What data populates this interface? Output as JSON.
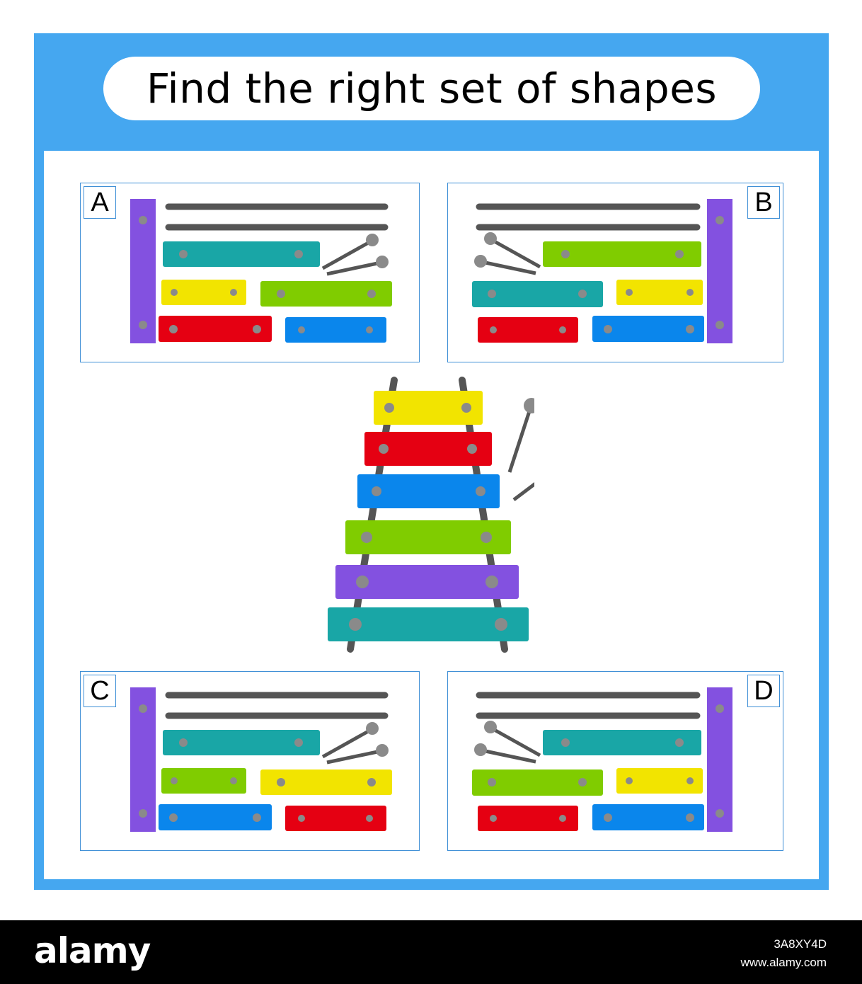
{
  "title": "Find the right set of shapes",
  "colors": {
    "frame": "#45a7f0",
    "option_border": "#3f8fd6",
    "teal": "#19a6a6",
    "yellow": "#f2e400",
    "green": "#80cc00",
    "red": "#e50012",
    "blue": "#0a86ec",
    "purple": "#8351e0",
    "peg": "#8a8a8a",
    "stick": "#555555"
  },
  "options": [
    {
      "label": "A",
      "side": "left"
    },
    {
      "label": "B",
      "side": "right"
    },
    {
      "label": "C",
      "side": "left"
    },
    {
      "label": "D",
      "side": "right"
    }
  ],
  "center_xylophone": {
    "bar_colors_top_to_bottom": [
      "yellow",
      "red",
      "blue",
      "green",
      "purple",
      "teal"
    ]
  },
  "footer": {
    "brand": "alamy",
    "image_id": "3A8XY4D",
    "url": "www.alamy.com"
  }
}
